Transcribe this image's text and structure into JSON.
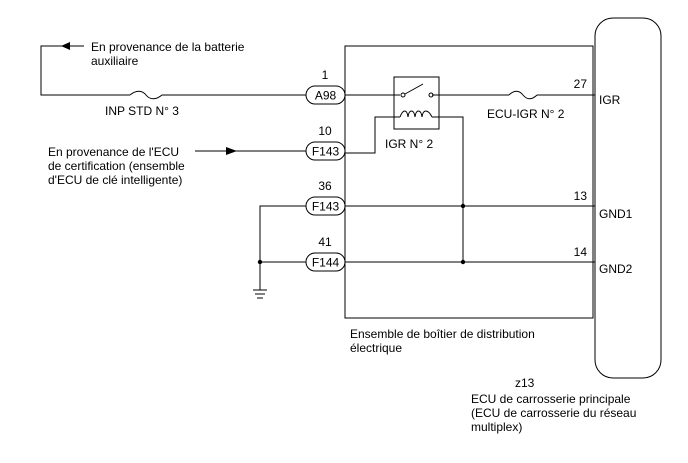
{
  "sources": {
    "battery_line1": "En provenance de la batterie",
    "battery_line2": "auxiliaire",
    "ecu_line1": "En provenance de l'ECU",
    "ecu_line2": "de certification (ensemble",
    "ecu_line3": "d'ECU de clé intelligente)"
  },
  "fuses": {
    "inp_std": "INP STD N° 3",
    "ecu_igr": "ECU-IGR N° 2"
  },
  "relay": {
    "label": "IGR N° 2"
  },
  "connectors": {
    "a98": {
      "pin": "1",
      "code": "A98"
    },
    "f143_a": {
      "pin": "10",
      "code": "F143"
    },
    "f143_b": {
      "pin": "36",
      "code": "F143"
    },
    "f144": {
      "pin": "41",
      "code": "F144"
    }
  },
  "body_ecu_pins": {
    "igr": {
      "pin": "27",
      "name": "IGR"
    },
    "gnd1": {
      "pin": "13",
      "name": "GND1"
    },
    "gnd2": {
      "pin": "14",
      "name": "GND2"
    }
  },
  "junction_box": {
    "line1": "Ensemble de boîtier de distribution",
    "line2": "électrique"
  },
  "body_ecu": {
    "code": "z13",
    "line1": "ECU de carrosserie principale",
    "line2": "(ECU de carrosserie du réseau",
    "line3": "multiplex)"
  }
}
